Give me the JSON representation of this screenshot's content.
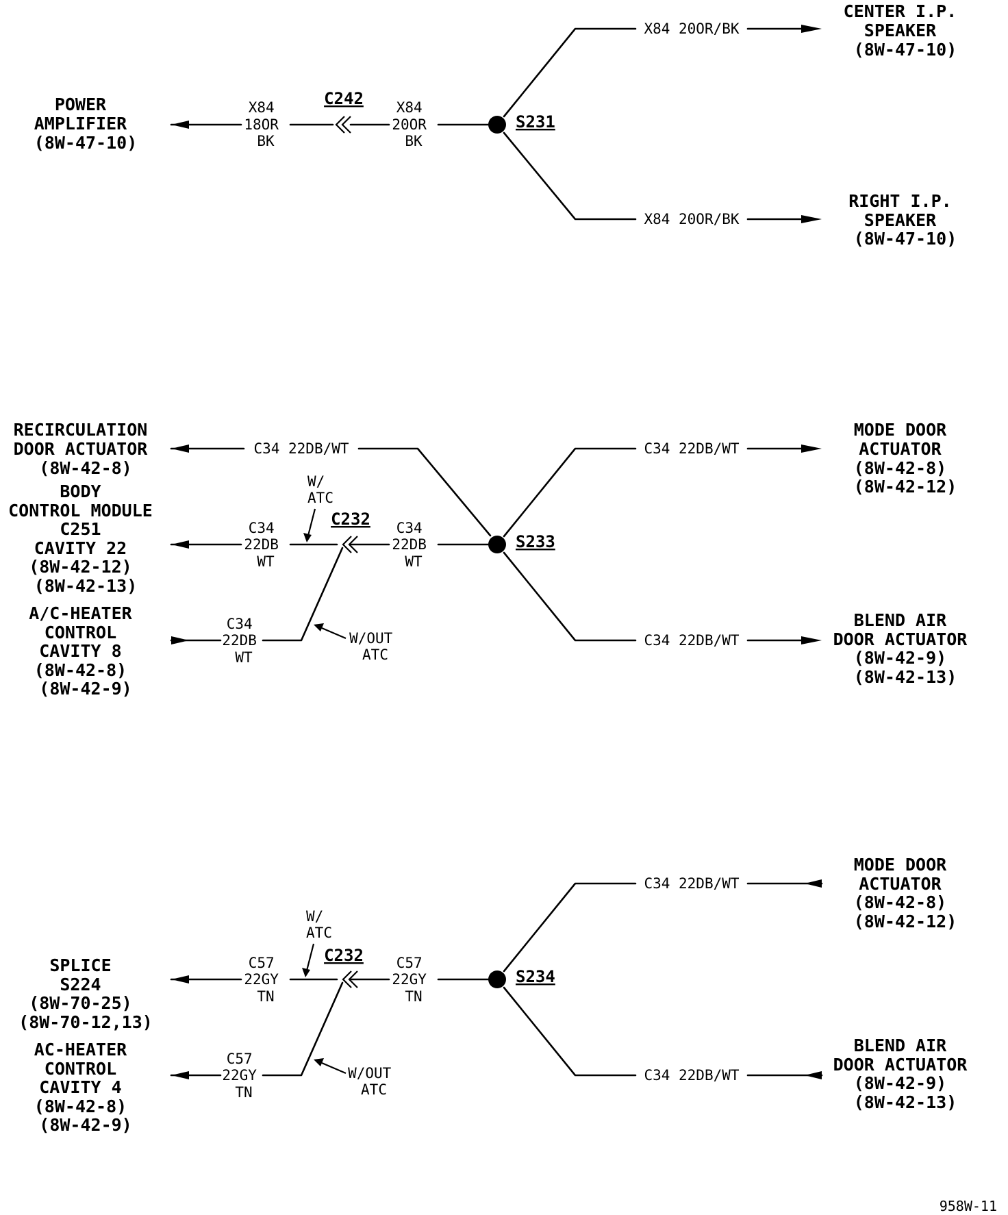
{
  "section1": {
    "power_amplifier": [
      "POWER",
      "AMPLIFIER",
      "(8W-47-10)"
    ],
    "center_speaker": [
      "CENTER I.P.",
      "SPEAKER",
      "(8W-47-10)"
    ],
    "right_speaker": [
      "RIGHT I.P.",
      "SPEAKER",
      "(8W-47-10)"
    ],
    "wire_left": [
      "X84",
      "18OR",
      "BK"
    ],
    "wire_mid": [
      "X84",
      "20OR",
      "BK"
    ],
    "wire_top": "X84 20OR/BK",
    "wire_bottom": "X84 20OR/BK",
    "connector": "C242",
    "splice": "S231"
  },
  "section2": {
    "recirc": [
      "RECIRCULATION",
      "DOOR ACTUATOR",
      "(8W-42-8)"
    ],
    "bcm": [
      "BODY",
      "CONTROL MODULE",
      "C251",
      "CAVITY 22",
      "(8W-42-12)",
      "(8W-42-13)"
    ],
    "ac_heater": [
      "A/C-HEATER",
      "CONTROL",
      "CAVITY 8",
      "(8W-42-8)",
      "(8W-42-9)"
    ],
    "mode_door": [
      "MODE DOOR",
      "ACTUATOR",
      "(8W-42-8)",
      "(8W-42-12)"
    ],
    "blend_air": [
      "BLEND AIR",
      "DOOR ACTUATOR",
      "(8W-42-9)",
      "(8W-42-13)"
    ],
    "wire_recirc": "C34 22DB/WT",
    "wire_bcm": [
      "C34",
      "22DB",
      "WT"
    ],
    "wire_mid": [
      "C34",
      "22DB",
      "WT"
    ],
    "wire_ac": [
      "C34",
      "22DB",
      "WT"
    ],
    "wire_top": "C34 22DB/WT",
    "wire_bottom": "C34 22DB/WT",
    "with_atc": [
      "W/",
      "ATC"
    ],
    "without_atc": [
      "W/OUT",
      "ATC"
    ],
    "connector": "C232",
    "splice": "S233"
  },
  "section3": {
    "splice_s224": [
      "SPLICE",
      "S224",
      "(8W-70-25)",
      "(8W-70-12,13)"
    ],
    "ac_heater": [
      "AC-HEATER",
      "CONTROL",
      "CAVITY 4",
      "(8W-42-8)",
      "(8W-42-9)"
    ],
    "mode_door": [
      "MODE DOOR",
      "ACTUATOR",
      "(8W-42-8)",
      "(8W-42-12)"
    ],
    "blend_air": [
      "BLEND AIR",
      "DOOR ACTUATOR",
      "(8W-42-9)",
      "(8W-42-13)"
    ],
    "wire_left": [
      "C57",
      "22GY",
      "TN"
    ],
    "wire_mid": [
      "C57",
      "22GY",
      "TN"
    ],
    "wire_ac": [
      "C57",
      "22GY",
      "TN"
    ],
    "wire_top": "C34 22DB/WT",
    "wire_bottom": "C34 22DB/WT",
    "with_atc": [
      "W/",
      "ATC"
    ],
    "without_atc": [
      "W/OUT",
      "ATC"
    ],
    "connector": "C232",
    "splice": "S234"
  },
  "figure_ref": "958W-11"
}
